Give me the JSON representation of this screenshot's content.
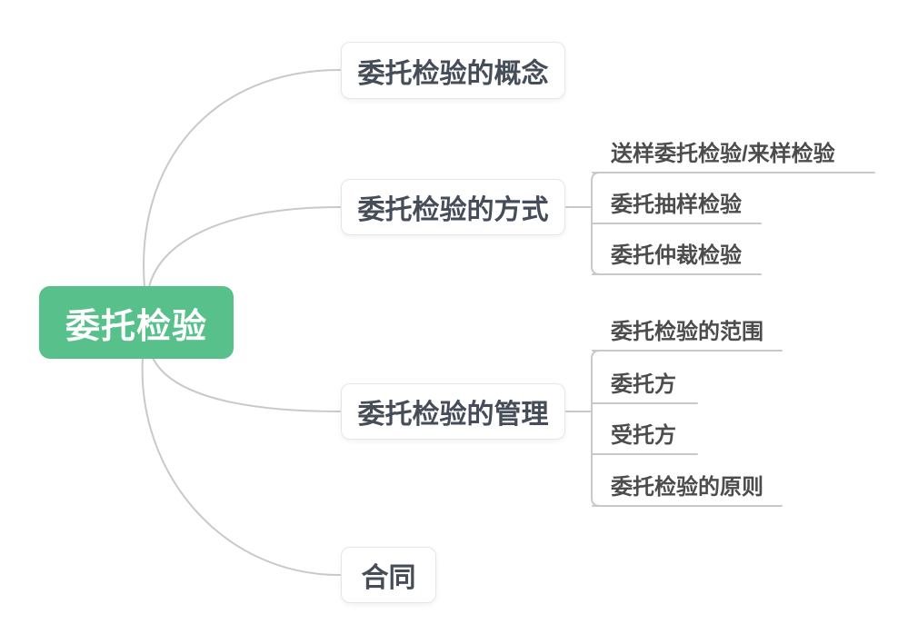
{
  "root": {
    "label": "委托检验"
  },
  "branches": [
    {
      "label": "委托检验的概念",
      "children": []
    },
    {
      "label": "委托检验的方式",
      "children": [
        {
          "label": "送样委托检验/来样检验"
        },
        {
          "label": "委托抽样检验"
        },
        {
          "label": "委托仲裁检验"
        }
      ]
    },
    {
      "label": "委托检验的管理",
      "children": [
        {
          "label": "委托检验的范围"
        },
        {
          "label": "委托方"
        },
        {
          "label": "受托方"
        },
        {
          "label": "委托检验的原则"
        }
      ]
    },
    {
      "label": "合同",
      "children": []
    }
  ],
  "palette": {
    "root_bg": "#58c08a",
    "root_text": "#ffffff",
    "topic_text": "#454d59",
    "topic_border": "#e4e6e9",
    "leaf_text": "#4c4c4c",
    "connector": "#c9c9c9",
    "background": "#ffffff"
  }
}
